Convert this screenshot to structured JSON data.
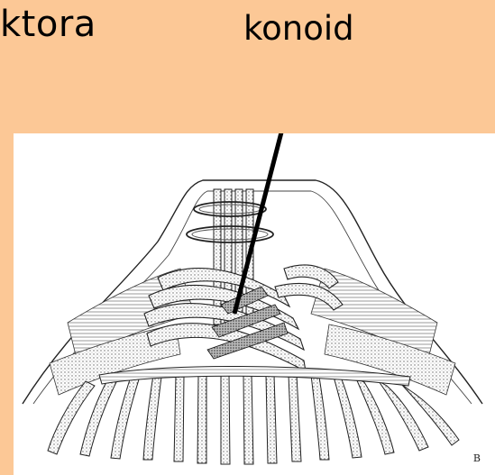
{
  "slide": {
    "title_fragment": "ktora",
    "background_color": "#fcc896",
    "pointer_label": "konoid"
  },
  "figure": {
    "corner_mark": "B",
    "description_icon": "conoid-drawing-icon"
  }
}
